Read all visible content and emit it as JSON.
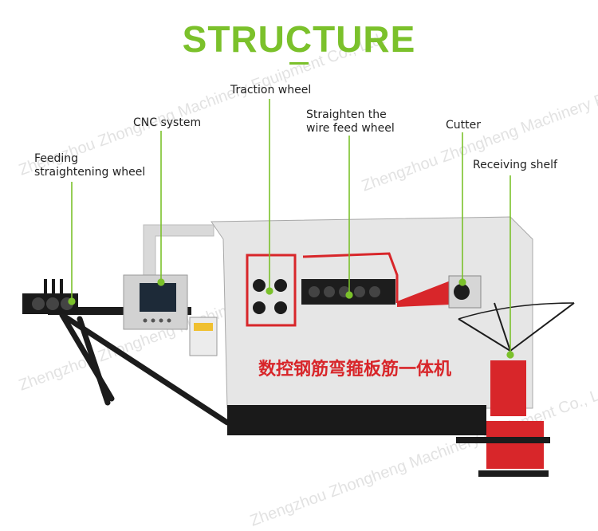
{
  "title": "STRUCTURE",
  "colors": {
    "accent": "#7bc12b",
    "machine_red": "#d8262a",
    "machine_body": "#e4e4e4",
    "machine_dark": "#2a2a2a"
  },
  "labels": {
    "feeding": "Feeding\nstraightening wheel",
    "cnc": "CNC system",
    "traction": "Traction wheel",
    "straighten": "Straighten the\nwire feed wheel",
    "cutter": "Cutter",
    "receiving": "Receiving shelf"
  },
  "machine_text": "数控钢筋弯箍板筋一体机",
  "watermarks": [
    "Zhengzhou Zhongheng Machinery Equipment Co., Ltd.",
    "Zhengzhou Zhongheng Machinery Equipment Co., Ltd.",
    "Zhengzhou Zhongheng Machinery Equipment Co., Ltd.",
    "Zhengzhou Zhongheng Machinery Equipment Co., Ltd."
  ]
}
